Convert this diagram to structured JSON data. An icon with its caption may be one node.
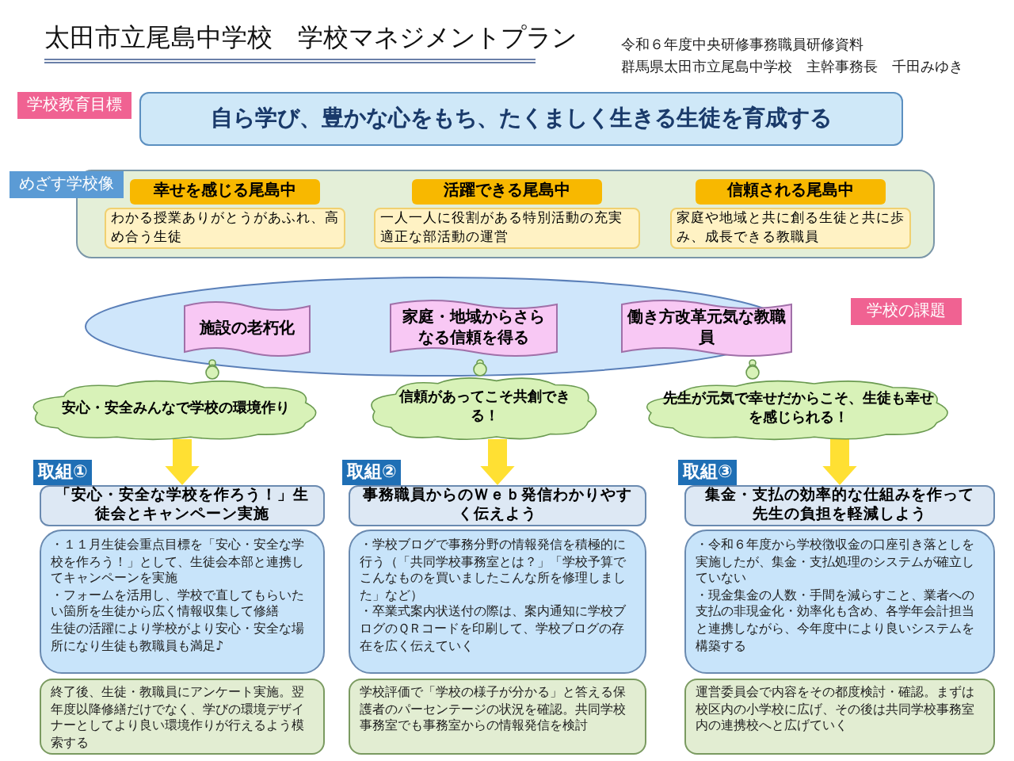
{
  "diagram": {
    "title": "太田市立尾島中学校　学校マネジメントプラン",
    "nodes": [
      {
        "text": [
          "学校教育目標",
          "自ら学び、豊かな心をもち、たくましく生きる生徒を育成する"
        ]
      },
      {
        "text": [
          "めざす学校像"
        ]
      },
      {
        "text": [
          "幸せを感じる尾島中",
          "わかる授業ありがとうがあふれ、高め合う生徒"
        ],
        "in": 1
      },
      {
        "text": [
          "活躍できる尾島中",
          "一人一人に役割がある特別活動の充実適正な部活動の運営"
        ],
        "in": 1
      },
      {
        "text": [
          "信頼される尾島中",
          "家庭や地域と共に創る生徒と共に歩み、成長できる教職員"
        ],
        "in": 1
      },
      {
        "text": [
          "学校の課題"
        ]
      },
      {
        "text": [
          "施設の老朽化"
        ],
        "in": 5
      },
      {
        "text": [
          "家庭・地域からさらなる信頼を得る"
        ],
        "in": 5
      },
      {
        "text": [
          "働き方改革元気な教職員"
        ],
        "in": 5
      },
      {
        "text": [
          "安心・安全みんなで学校の環境作り"
        ]
      },
      {
        "text": [
          "信頼があってこそ共創できる！"
        ]
      },
      {
        "text": [
          "先生が元気で幸せだからこそ、生徒も幸せを感じられる！"
        ]
      },
      {
        "text": [
          "取組①",
          "「安心・安全な学校を作ろう！」生徒会とキャンペーン実施"
        ]
      },
      {
        "text": [
          "・１１月生徒会重点目標を「安心・安全な学校を作ろう！」として、生徒会本部と連携してキャンペーンを実施",
          "・フォームを活用し、学校で直してもらいたい箇所を生徒から広く情報収集して修繕",
          "生徒の活躍により学校がより安心・安全な場所になり生徒も教職員も満足♪"
        ]
      },
      {
        "text": [
          "終了後、生徒・教職員にアンケート実施。翌年度以降修繕だけでなく、学びの環境デザイナーとしてより良い環境作りが行えるよう模索する"
        ]
      },
      {
        "text": [
          "取組②",
          "事務職員からのＷｅｂ発信わかりやすく伝えよう"
        ]
      },
      {
        "text": [
          "・学校ブログで事務分野の情報発信を積極的に行う（「共同学校事務室とは？」「学校予算でこんなものを買いましたこんな所を修理しました」など）",
          "・卒業式案内状送付の際は、案内通知に学校ブログのＱＲコードを印刷して、学校ブログの存在を広く伝えていく"
        ]
      },
      {
        "text": [
          "学校評価で「学校の様子が分かる」と答える保護者のパーセンテージの状況を確認。共同学校事務室でも事務室からの情報発信を検討"
        ]
      },
      {
        "text": [
          "取組③",
          "集金・支払の効率的な仕組みを作って先生の負担を軽減しよう"
        ]
      },
      {
        "text": [
          "・令和６年度から学校徴収金の口座引き落としを実施したが、集金・支払処理のシステムが確立していない",
          "・現金集金の人数・手間を減らすこと、業者への支払の非現金化・効率化も含め、各学年会計担当と連携しながら、今年度中により良いシステムを構築する"
        ]
      },
      {
        "text": [
          "運営委員会で内容をその都度検討・確認。まずは校区内の小学校に広げ、その後は共同学校事務室内の連携校へと広げていく"
        ]
      }
    ],
    "edges": [
      {
        "from": 9,
        "to": 12,
        "arrow": "to"
      },
      {
        "from": 10,
        "to": 15,
        "arrow": "to"
      },
      {
        "from": 11,
        "to": 18,
        "arrow": "to"
      }
    ],
    "labels": [
      "令和６年度中央研修事務職員研修資料",
      "群馬県太田市立尾島中学校　主幹事務長　千田みゆき"
    ]
  }
}
